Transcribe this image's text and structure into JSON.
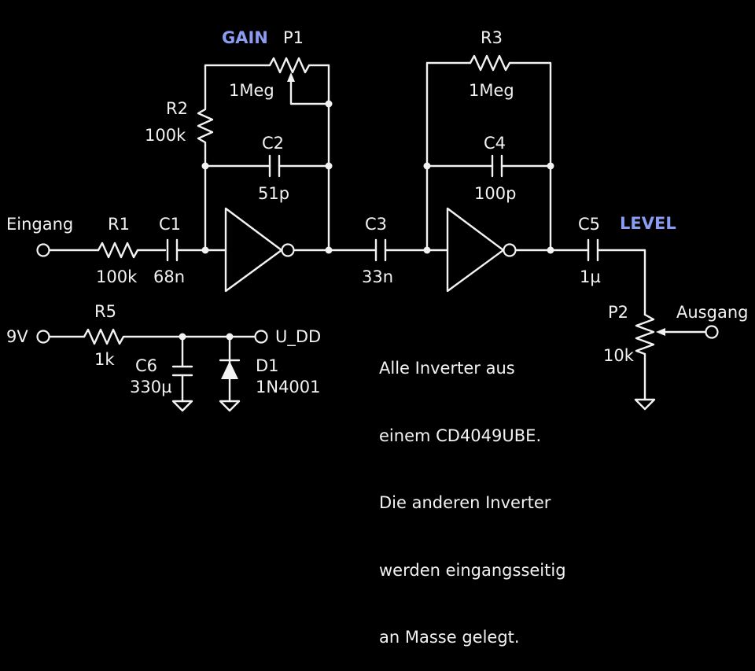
{
  "colors": {
    "background": "#000000",
    "wire": "#f2f2f2",
    "accent": "#8a9cf2"
  },
  "controls": {
    "gain": "GAIN",
    "level": "LEVEL"
  },
  "terminals": {
    "input": "Eingang",
    "output": "Ausgang",
    "supply": "9V",
    "udd": "U_DD"
  },
  "components": {
    "R1": {
      "ref": "R1",
      "value": "100k"
    },
    "C1": {
      "ref": "C1",
      "value": "68n"
    },
    "R2": {
      "ref": "R2",
      "value": "100k"
    },
    "P1": {
      "ref": "P1",
      "value": "1Meg"
    },
    "C2": {
      "ref": "C2",
      "value": "51p"
    },
    "C3": {
      "ref": "C3",
      "value": "33n"
    },
    "R3": {
      "ref": "R3",
      "value": "1Meg"
    },
    "C4": {
      "ref": "C4",
      "value": "100p"
    },
    "C5": {
      "ref": "C5",
      "value": "1µ"
    },
    "P2": {
      "ref": "P2",
      "value": "10k"
    },
    "R5": {
      "ref": "R5",
      "value": "1k"
    },
    "C6": {
      "ref": "C6",
      "value": "330µ"
    },
    "D1": {
      "ref": "D1",
      "value": "1N4001"
    }
  },
  "note": {
    "lines": [
      "Alle Inverter aus",
      "einem CD4049UBE.",
      "Die anderen Inverter",
      "werden eingangsseitig",
      "an Masse gelegt."
    ]
  }
}
